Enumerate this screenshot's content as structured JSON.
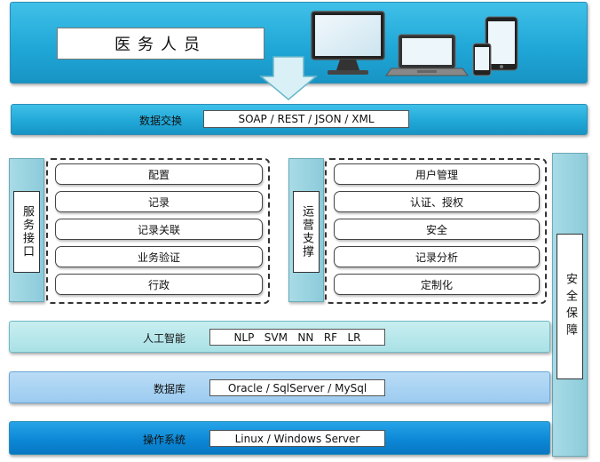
{
  "top": {
    "title": "医务人员"
  },
  "exchange": {
    "label": "数据交换",
    "protocols": "SOAP / REST / JSON / XML"
  },
  "service_interface": {
    "label": "服务接口",
    "items": [
      "配置",
      "记录",
      "记录关联",
      "业务验证",
      "行政"
    ]
  },
  "operations_support": {
    "label": "运营支撑",
    "items": [
      "用户管理",
      "认证、授权",
      "安全",
      "记录分析",
      "定制化"
    ]
  },
  "security": {
    "label": "安全保障"
  },
  "ai": {
    "label": "人工智能",
    "methods": "NLP   SVM   NN   RF   LR"
  },
  "database": {
    "label": "数据库",
    "engines": "Oracle / SqlServer / MySql"
  },
  "os": {
    "label": "操作系统",
    "systems": "Linux / Windows Server"
  },
  "colors": {
    "top_band": "#1fa6d6",
    "exchange_band": "#1fa6d6",
    "ai_band": "#a9e1e6",
    "db_band": "#9ccbf0",
    "os_band": "#0b86d4",
    "sidebar": "#8ccbda"
  },
  "icons": [
    "desktop-monitor-icon",
    "laptop-icon",
    "tablet-icon",
    "phone-icon",
    "down-arrow-icon"
  ]
}
